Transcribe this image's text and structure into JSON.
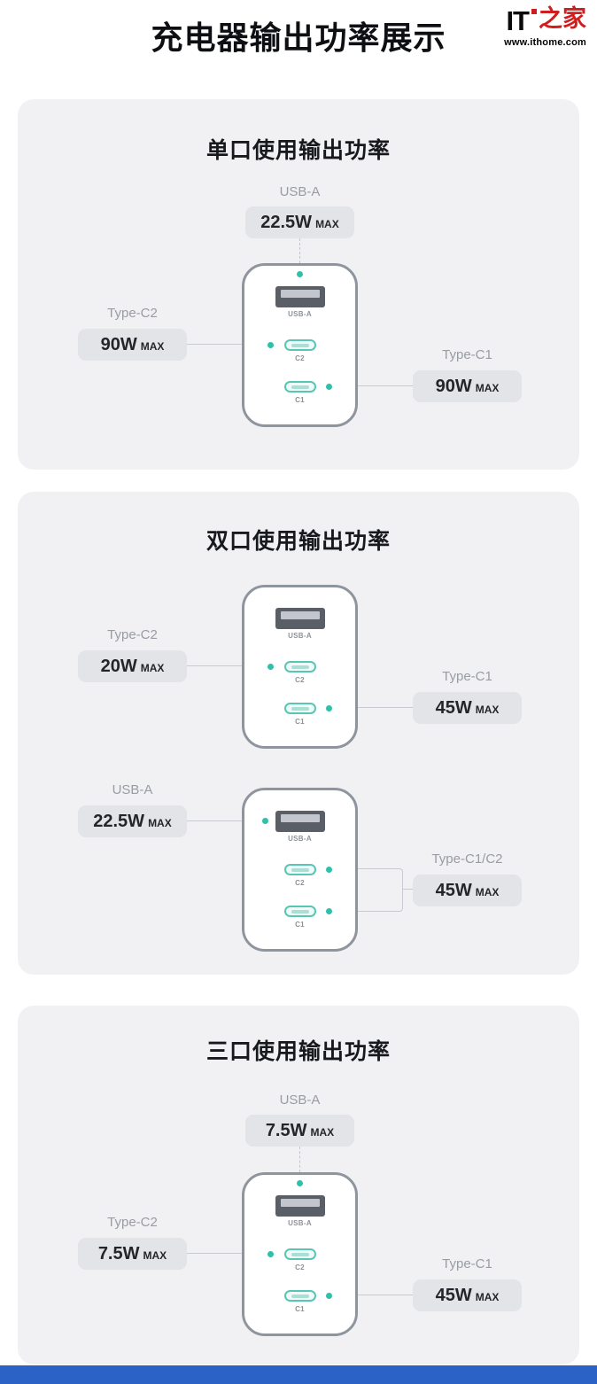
{
  "page": {
    "title": "充电器输出功率展示"
  },
  "logo": {
    "it": "IT",
    "zhijia": "之家",
    "url": "www.ithome.com"
  },
  "max_label": "MAX",
  "charger_ports": {
    "usb_a": "USB-A",
    "c2": "C2",
    "c1": "C1"
  },
  "colors": {
    "accent_teal": "#2fc0aa",
    "card_bg": "#f1f1f3",
    "badge_bg": "#e3e4e8",
    "footer_blue": "#2b62c6",
    "logo_red": "#d01e1e"
  },
  "sections": [
    {
      "title": "单口使用输出功率",
      "diagrams": [
        {
          "top": {
            "label": "USB-A",
            "value": "22.5W"
          },
          "left": {
            "label": "Type-C2",
            "value": "90W"
          },
          "right": {
            "label": "Type-C1",
            "value": "90W"
          }
        }
      ]
    },
    {
      "title": "双口使用输出功率",
      "diagrams": [
        {
          "left": {
            "label": "Type-C2",
            "value": "20W"
          },
          "right": {
            "label": "Type-C1",
            "value": "45W"
          }
        },
        {
          "left": {
            "label": "USB-A",
            "value": "22.5W"
          },
          "right": {
            "label": "Type-C1/C2",
            "value": "45W"
          }
        }
      ]
    },
    {
      "title": "三口使用输出功率",
      "diagrams": [
        {
          "top": {
            "label": "USB-A",
            "value": "7.5W"
          },
          "left": {
            "label": "Type-C2",
            "value": "7.5W"
          },
          "right": {
            "label": "Type-C1",
            "value": "45W"
          }
        }
      ]
    }
  ]
}
